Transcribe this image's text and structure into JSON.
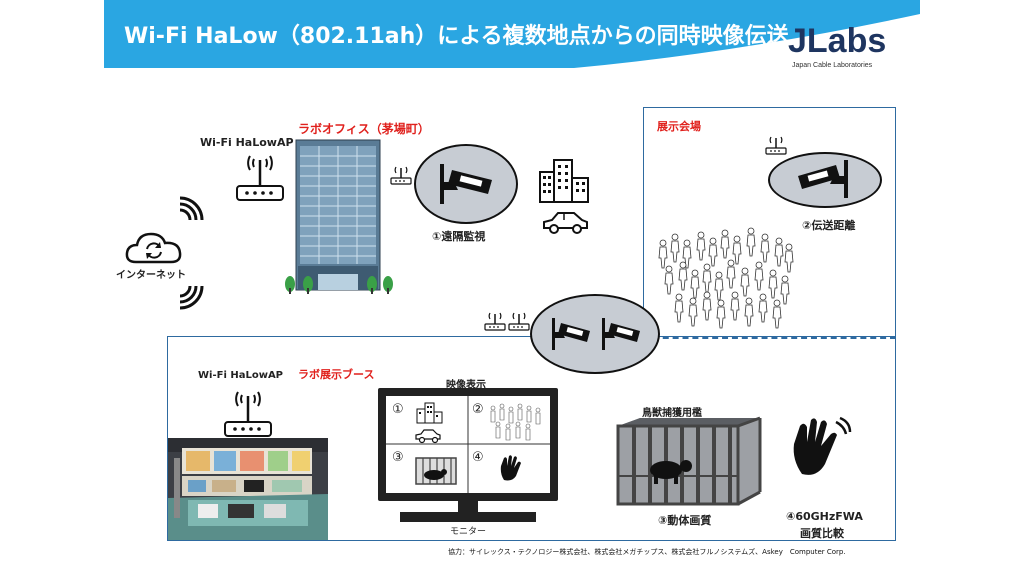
{
  "header": {
    "title": "Wi-Fi HaLow（802.11ah）による複数地点からの同時映像伝送",
    "logo_text": "JLabs",
    "logo_subtitle": "Japan Cable Laboratories",
    "banner_color": "#2aa6e2"
  },
  "labels": {
    "ap_top": "Wi-Fi HaLowAP",
    "lab_office": "ラボオフィス（茅場町）",
    "internet": "インターネット",
    "remote_monitoring": "①遠隔監視",
    "venue": "展示会場",
    "transmission_distance": "②伝送距離",
    "booth": "ラボ展示ブース",
    "ap_booth": "Wi-Fi HaLowAP",
    "video_display": "映像表示",
    "monitor": "モニター",
    "trap_cage": "鳥獣捕獲用檻",
    "moving_quality": "③動体画質",
    "fwa_line1": "④60GHzFWA",
    "fwa_line2": "画質比較",
    "screen_q1": "①",
    "screen_q2": "②",
    "screen_q3": "③",
    "screen_q4": "④"
  },
  "footer": {
    "credits": "協力：サイレックス・テクノロジー株式会社、株式会社メガチップス、株式会社フルノシステムズ、Askey　Computer Corp."
  },
  "colors": {
    "accent_red": "#e0201c",
    "frame_blue": "#2e6aa0",
    "logo_navy": "#1e3560"
  },
  "icons": [
    "wifi-ap-icon",
    "building-icon",
    "security-camera-icon",
    "city-icon",
    "car-icon",
    "cloud-sync-icon",
    "signal-waves-icon",
    "crowd-icon",
    "monitor-icon",
    "cage-icon",
    "hand-wave-icon",
    "booth-photo"
  ]
}
